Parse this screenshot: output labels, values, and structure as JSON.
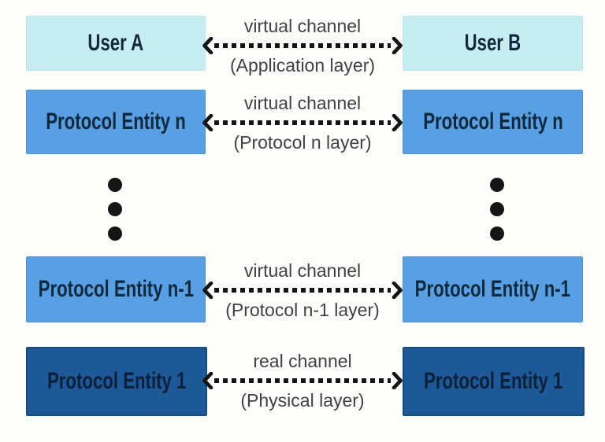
{
  "diagram": {
    "rows": [
      {
        "left_box": "User A",
        "channel": "virtual channel",
        "layer": "(Application layer)",
        "right_box": "User B"
      },
      {
        "left_box": "Protocol Entity n",
        "channel": "virtual channel",
        "layer": "(Protocol n layer)",
        "right_box": "Protocol Entity n"
      },
      {
        "left_box": "Protocol Entity n-1",
        "channel": "virtual channel",
        "layer": "(Protocol n-1 layer)",
        "right_box": "Protocol Entity n-1"
      },
      {
        "left_box": "Protocol Entity 1",
        "channel": "real channel",
        "layer": "(Physical layer)",
        "right_box": "Protocol Entity 1"
      }
    ],
    "colors": {
      "user_box": "#c6edf2",
      "protocol_box": "#58a0e4",
      "physical_box": "#1d5999",
      "box_text": "#12293b",
      "channel_text": "#414141",
      "arrow": "#141414",
      "background": "#fdfdfb"
    }
  }
}
